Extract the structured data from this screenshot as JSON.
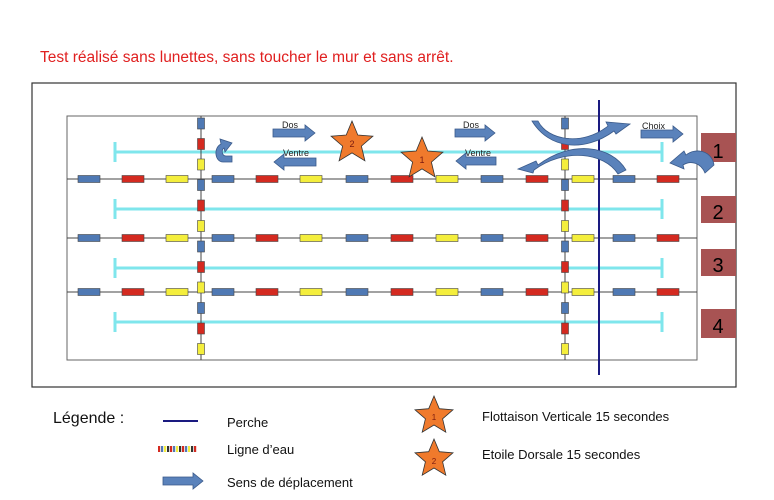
{
  "title": "Test réalisé sans lunettes, sans toucher le mur et sans arrêt.",
  "lanes": [
    "1",
    "2",
    "3",
    "4"
  ],
  "arrows": {
    "dos_1": "Dos",
    "ventre_1": "Ventre",
    "dos_2": "Dos",
    "ventre_2": "Ventre",
    "choix": "Choix"
  },
  "stars": {
    "star_a": "2",
    "star_b": "1"
  },
  "legend": {
    "heading": "Légende :",
    "perche": "Perche",
    "ligne": "Ligne d’eau",
    "sens": "Sens de déplacement",
    "star1_num": "1",
    "star1": "Flottaison Verticale 15 secondes",
    "star2_num": "2",
    "star2": "Etoile Dorsale 15 secondes"
  },
  "colors": {
    "title": "#e02020",
    "rope_blue": "#4f79b4",
    "rope_red": "#d42a20",
    "rope_yellow": "#f4ee3c",
    "cyan": "#7fe6ec",
    "perche": "#1a1a80",
    "lane_box": "#a85353",
    "star": "#f07a2c",
    "arrow": "#5a82bb"
  }
}
